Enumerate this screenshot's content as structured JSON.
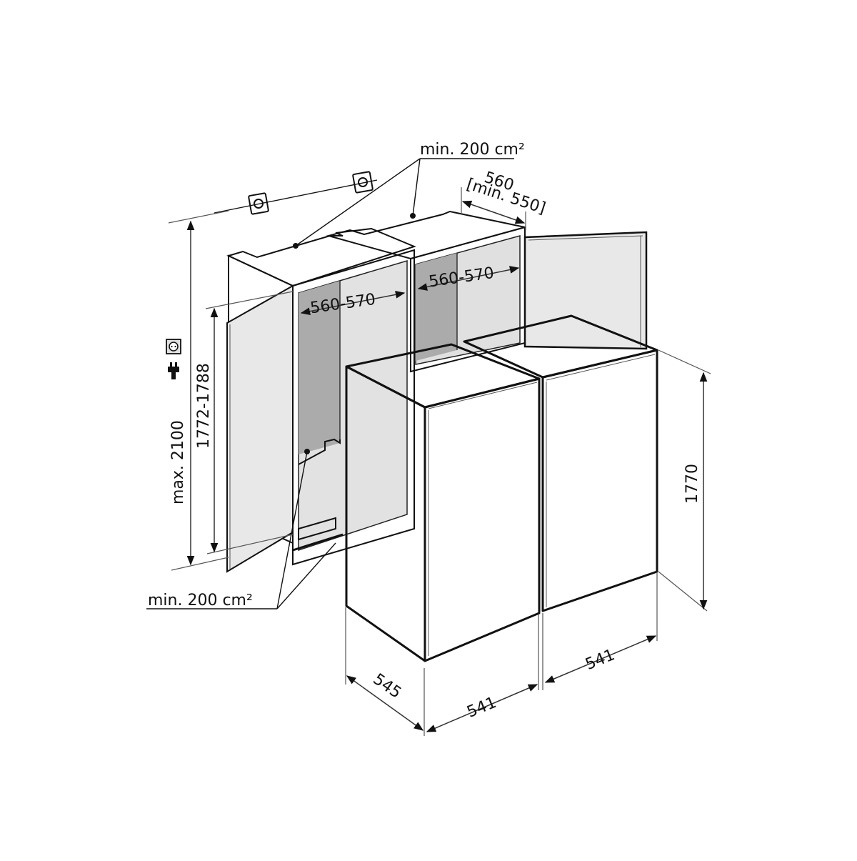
{
  "diagram": {
    "title": "Side-by-side built-in appliance installation dimensions (mm)",
    "colors": {
      "line": "#111111",
      "panel_light": "#e8e8e8",
      "panel_mid": "#d4d4d4",
      "panel_dark": "#a8a8a8",
      "background": "#ffffff"
    },
    "labels": {
      "vent_top": "min. 200 cm²",
      "vent_bottom": "min. 200 cm²",
      "niche_depth": "560",
      "niche_depth_min": "[min. 550]",
      "niche_width_left": "560-570",
      "niche_width_right": "560-570",
      "max_height": "max. 2100",
      "niche_height": "1772-1788",
      "appliance_height": "1770",
      "appliance_depth": "545",
      "appliance_width_left": "541",
      "appliance_width_right": "541"
    },
    "icons": {
      "socket": "power-socket-icon",
      "plug": "power-plug-icon",
      "wall_anchor_1": "wall-anchor-icon",
      "wall_anchor_2": "wall-anchor-icon"
    }
  }
}
